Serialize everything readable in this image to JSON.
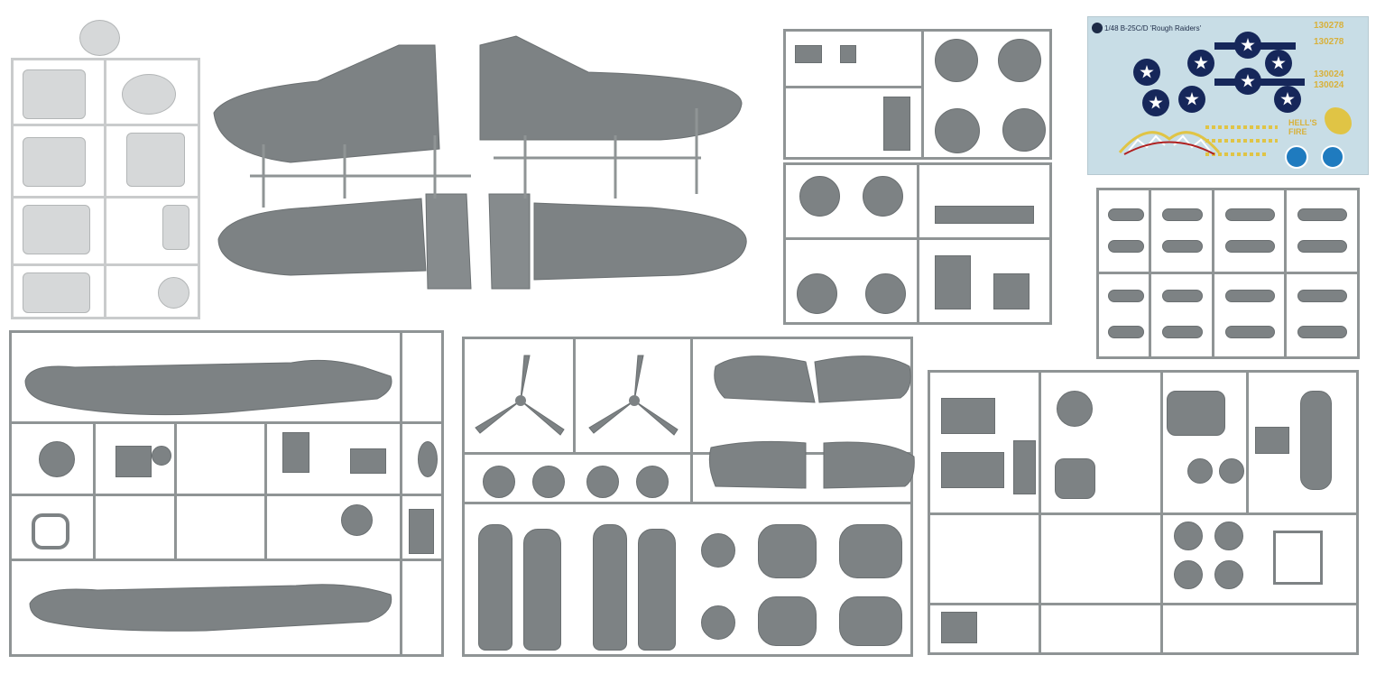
{
  "photo": {
    "subject": "",
    "background_color": "#ffffff",
    "plastic_color": "#7d8284",
    "clear_sprue_color": "#d6d8d9"
  },
  "decal_sheet": {
    "title": "1/48 B-25C/D 'Rough Raiders'",
    "serials": [
      "130278",
      "130278",
      "130024",
      "130024"
    ],
    "nose_art": "HELL'S FIRE",
    "colors": {
      "sheet": "#c8dde6",
      "insignia": "#16275a",
      "serial_yellow": "#d8b13b",
      "roundel_blue": "#1f7bbf"
    }
  }
}
